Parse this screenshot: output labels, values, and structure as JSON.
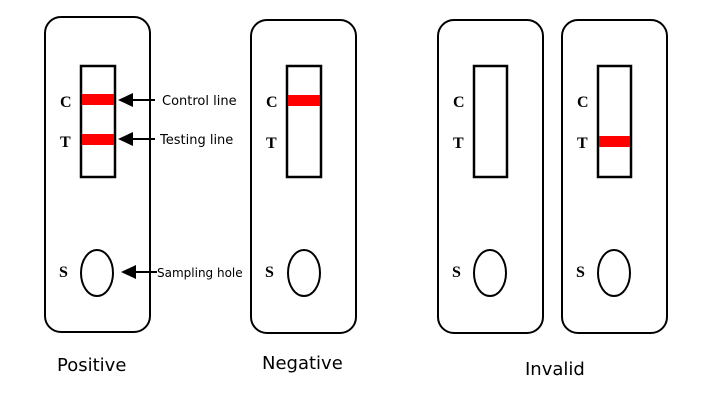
{
  "tests": [
    {
      "caption": "Positive",
      "labels": {
        "c": "C",
        "t": "T",
        "s": "S"
      },
      "c_line": true,
      "t_line": true
    },
    {
      "caption": "Negative",
      "labels": {
        "c": "C",
        "t": "T",
        "s": "S"
      },
      "c_line": true,
      "t_line": false
    },
    {
      "labels": {
        "c": "C",
        "t": "T",
        "s": "S"
      },
      "c_line": false,
      "t_line": false
    },
    {
      "labels": {
        "c": "C",
        "t": "T",
        "s": "S"
      },
      "c_line": false,
      "t_line": true
    }
  ],
  "invalid_caption": "Invalid",
  "annotations": {
    "control_line": "Control line",
    "testing_line": "Testing line",
    "sampling_hole": "Sampling hole"
  },
  "colors": {
    "line": "#ff0000",
    "outline": "#000000"
  }
}
